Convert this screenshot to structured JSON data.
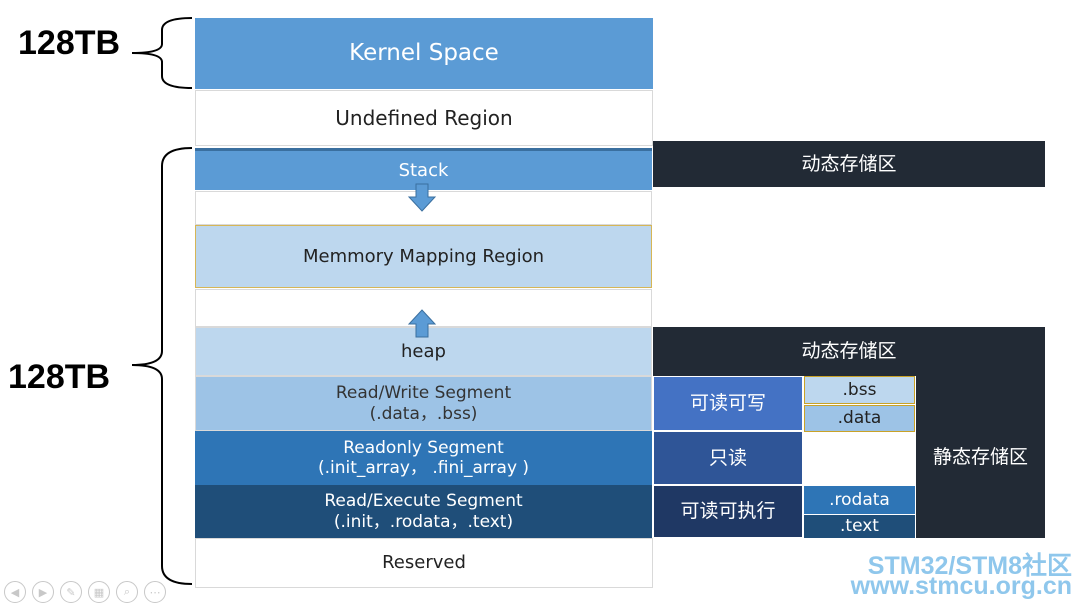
{
  "labels": {
    "top_size": "128TB",
    "bottom_size": "128TB"
  },
  "segments": {
    "kernel_space": "Kernel Space",
    "undefined_region": "Undefined Region",
    "stack": "Stack",
    "mmap_region": "Memmory Mapping Region",
    "heap": "heap",
    "rw_segment_title": "Read/Write Segment",
    "rw_segment_sub": "(.data，.bss)",
    "ro_segment_title": "Readonly Segment",
    "ro_segment_sub": "(.init_array，  .fini_array )",
    "rx_segment_title": "Read/Execute Segment",
    "rx_segment_sub": "(.init，.rodata，.text)",
    "reserved": "Reserved"
  },
  "annotations": {
    "dynamic_storage_1": "动态存储区",
    "dynamic_storage_2": "动态存储区",
    "read_write": "可读可写",
    "read_only": "只读",
    "read_execute": "可读可执行",
    "bss": ".bss",
    "data": ".data",
    "rodata": ".rodata",
    "text": ".text",
    "static_storage": "静态存储区"
  },
  "watermark": {
    "line1": "STM32/STM8社区",
    "line2": "www.stmcu.org.cn"
  },
  "colors": {
    "kernel": "#5b9bd5",
    "light_blue": "#bdd7ee",
    "mid_blue": "#9dc3e6",
    "readonly_blue": "#2e75b6",
    "dark_blue": "#1f4e79",
    "dark_navy": "#222a35",
    "rw_label_blue": "#4472c4",
    "ro_label_blue": "#2f5597",
    "rx_label_navy": "#1f3864"
  },
  "toolbar_icons": [
    "prev-icon",
    "next-icon",
    "pen-icon",
    "slides-icon",
    "zoom-icon",
    "more-icon"
  ]
}
